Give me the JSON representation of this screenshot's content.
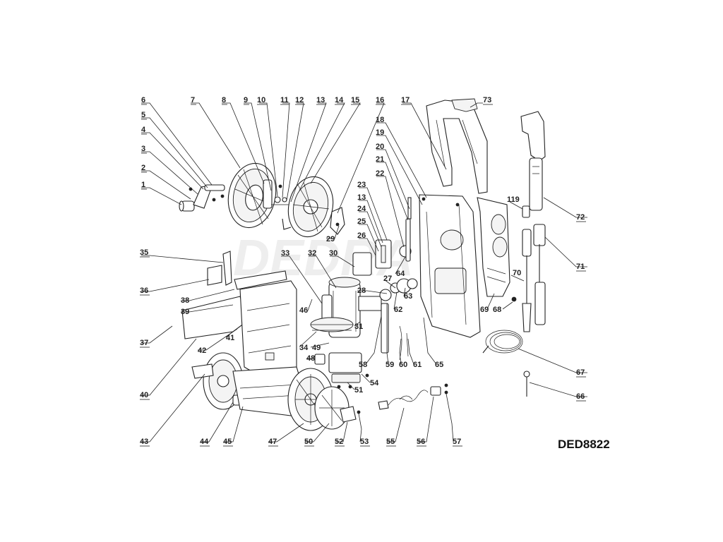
{
  "model_code": "DED8822",
  "watermark": "DEDRA",
  "callouts": [
    {
      "id": "lbl-6",
      "text": "6"
    },
    {
      "id": "lbl-5",
      "text": "5"
    },
    {
      "id": "lbl-4",
      "text": "4"
    },
    {
      "id": "lbl-3",
      "text": "3"
    },
    {
      "id": "lbl-2",
      "text": "2"
    },
    {
      "id": "lbl-1",
      "text": "1"
    },
    {
      "id": "lbl-7",
      "text": "7"
    },
    {
      "id": "lbl-8",
      "text": "8"
    },
    {
      "id": "lbl-9",
      "text": "9"
    },
    {
      "id": "lbl-10",
      "text": "10"
    },
    {
      "id": "lbl-11",
      "text": "11"
    },
    {
      "id": "lbl-12",
      "text": "12"
    },
    {
      "id": "lbl-13a",
      "text": "13"
    },
    {
      "id": "lbl-14",
      "text": "14"
    },
    {
      "id": "lbl-15",
      "text": "15"
    },
    {
      "id": "lbl-16",
      "text": "16"
    },
    {
      "id": "lbl-17",
      "text": "17"
    },
    {
      "id": "lbl-73",
      "text": "73"
    },
    {
      "id": "lbl-18",
      "text": "18"
    },
    {
      "id": "lbl-19",
      "text": "19"
    },
    {
      "id": "lbl-20",
      "text": "20"
    },
    {
      "id": "lbl-21",
      "text": "21"
    },
    {
      "id": "lbl-22",
      "text": "22"
    },
    {
      "id": "lbl-23",
      "text": "23"
    },
    {
      "id": "lbl-13b",
      "text": "13"
    },
    {
      "id": "lbl-24",
      "text": "24"
    },
    {
      "id": "lbl-25",
      "text": "25"
    },
    {
      "id": "lbl-26",
      "text": "26"
    },
    {
      "id": "lbl-29",
      "text": "29"
    },
    {
      "id": "lbl-35",
      "text": "35"
    },
    {
      "id": "lbl-33",
      "text": "33"
    },
    {
      "id": "lbl-32",
      "text": "32"
    },
    {
      "id": "lbl-30",
      "text": "30"
    },
    {
      "id": "lbl-64",
      "text": "64"
    },
    {
      "id": "lbl-27",
      "text": "27"
    },
    {
      "id": "lbl-28",
      "text": "28"
    },
    {
      "id": "lbl-63",
      "text": "63"
    },
    {
      "id": "lbl-36",
      "text": "36"
    },
    {
      "id": "lbl-38",
      "text": "38"
    },
    {
      "id": "lbl-39",
      "text": "39"
    },
    {
      "id": "lbl-46",
      "text": "46"
    },
    {
      "id": "lbl-62",
      "text": "62"
    },
    {
      "id": "lbl-31",
      "text": "31"
    },
    {
      "id": "lbl-37",
      "text": "37"
    },
    {
      "id": "lbl-41",
      "text": "41"
    },
    {
      "id": "lbl-34",
      "text": "34"
    },
    {
      "id": "lbl-49",
      "text": "49"
    },
    {
      "id": "lbl-48",
      "text": "48"
    },
    {
      "id": "lbl-42",
      "text": "42"
    },
    {
      "id": "lbl-58",
      "text": "58"
    },
    {
      "id": "lbl-59",
      "text": "59"
    },
    {
      "id": "lbl-60",
      "text": "60"
    },
    {
      "id": "lbl-61",
      "text": "61"
    },
    {
      "id": "lbl-65",
      "text": "65"
    },
    {
      "id": "lbl-54",
      "text": "54"
    },
    {
      "id": "lbl-51",
      "text": "51"
    },
    {
      "id": "lbl-40",
      "text": "40"
    },
    {
      "id": "lbl-43",
      "text": "43"
    },
    {
      "id": "lbl-44",
      "text": "44"
    },
    {
      "id": "lbl-45",
      "text": "45"
    },
    {
      "id": "lbl-47",
      "text": "47"
    },
    {
      "id": "lbl-50",
      "text": "50"
    },
    {
      "id": "lbl-52",
      "text": "52"
    },
    {
      "id": "lbl-53",
      "text": "53"
    },
    {
      "id": "lbl-55",
      "text": "55"
    },
    {
      "id": "lbl-56",
      "text": "56"
    },
    {
      "id": "lbl-57",
      "text": "57"
    },
    {
      "id": "lbl-119",
      "text": "119"
    },
    {
      "id": "lbl-72",
      "text": "72"
    },
    {
      "id": "lbl-71",
      "text": "71"
    },
    {
      "id": "lbl-70",
      "text": "70"
    },
    {
      "id": "lbl-69",
      "text": "69"
    },
    {
      "id": "lbl-68",
      "text": "68"
    },
    {
      "id": "lbl-67",
      "text": "67"
    },
    {
      "id": "lbl-66",
      "text": "66"
    }
  ]
}
